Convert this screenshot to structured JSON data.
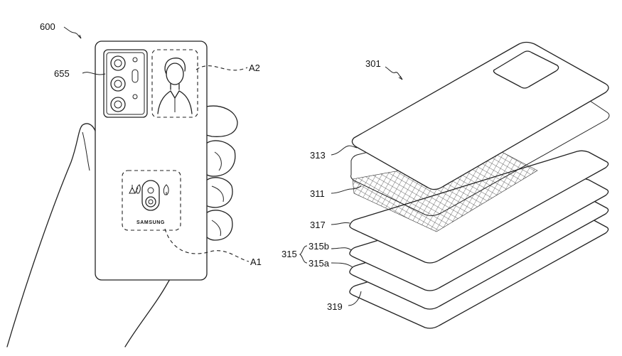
{
  "labels": {
    "fig_600": "600",
    "ref_655": "655",
    "ref_a2": "A2",
    "ref_a1": "A1",
    "fig_301": "301",
    "ref_313": "313",
    "ref_311": "311",
    "ref_317": "317",
    "ref_315": "315",
    "ref_315b": "315b",
    "ref_315a": "315a",
    "ref_319": "319"
  },
  "logo_text": "SAMSUNG",
  "colors": {
    "line": "#222222",
    "background": "#ffffff"
  }
}
